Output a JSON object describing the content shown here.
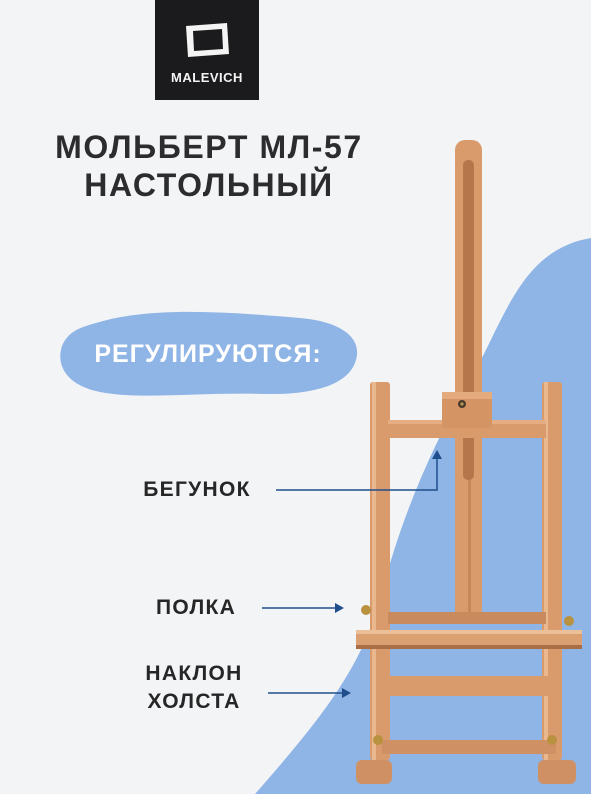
{
  "brand": {
    "logo_text": "MALEVICH"
  },
  "product": {
    "title_line1": "МОЛЬБЕРТ МЛ-57",
    "title_line2": "НАСТОЛЬНЫЙ"
  },
  "features": {
    "heading": "РЕГУЛИРУЮТСЯ:",
    "items": [
      {
        "label": "БЕГУНОК"
      },
      {
        "label": "ПОЛКА"
      },
      {
        "label_line1": "НАКЛОН",
        "label_line2": "ХОЛСТА"
      }
    ]
  },
  "colors": {
    "background": "#f3f4f6",
    "blob_blue": "#8fb4e6",
    "arrow_blue": "#1f4e8c",
    "wood": "#d99a6c",
    "text_dark": "#2c2c2e"
  }
}
